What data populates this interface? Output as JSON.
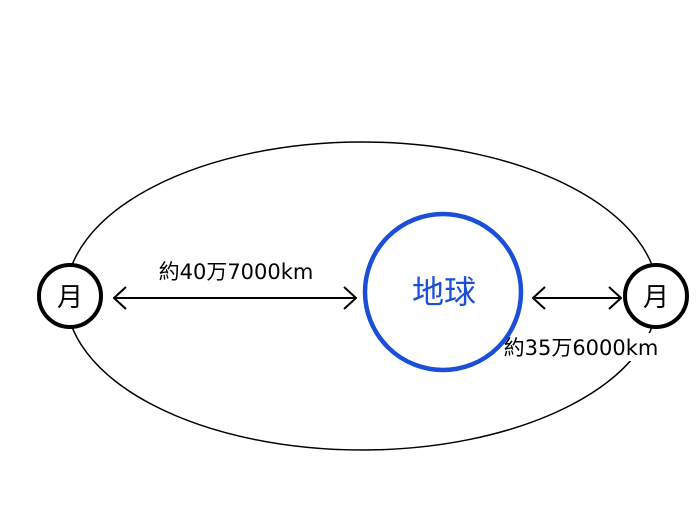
{
  "diagram": {
    "earth_label": "地球",
    "moon_far_label": "月",
    "moon_near_label": "月",
    "apogee_distance": "約40万7000km",
    "perigee_distance": "約35万6000km"
  },
  "colors": {
    "earth": "#1a4fd6",
    "line": "#000000",
    "background": "#ffffff"
  }
}
